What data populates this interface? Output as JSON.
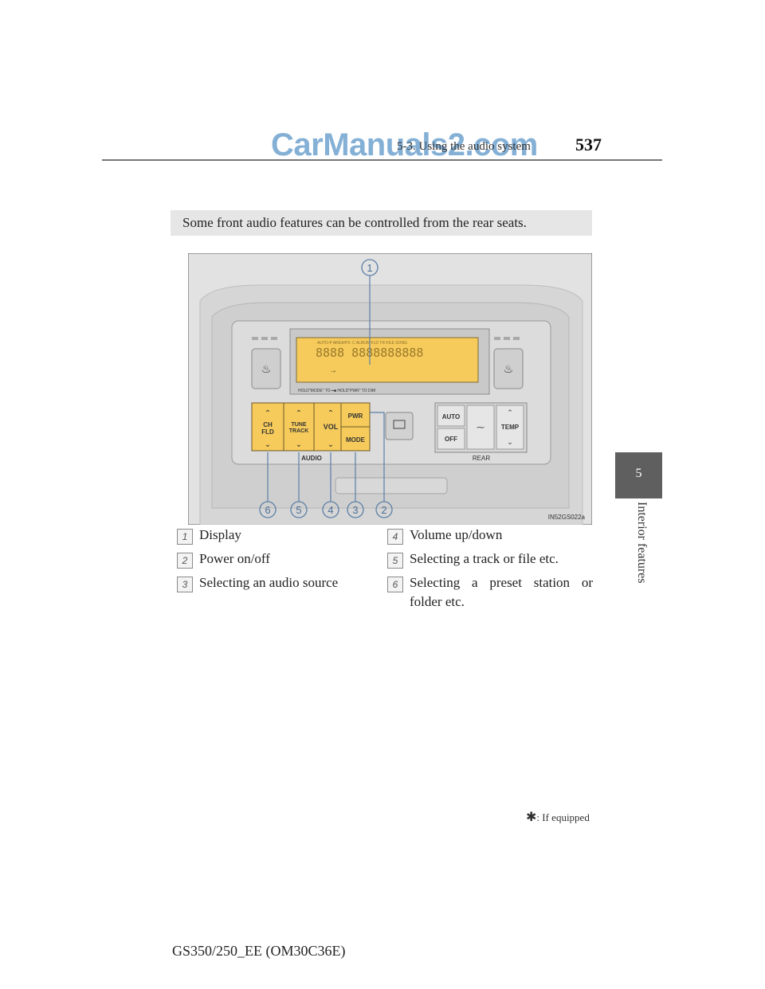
{
  "header": {
    "section_title": "5-3. Using the audio system",
    "page_number": "537",
    "watermark": "CarManuals2.com"
  },
  "side_tab": {
    "chapter_number": "5",
    "chapter_label": "Interior features"
  },
  "intro": "Some front audio features can be controlled from the rear seats.",
  "figure": {
    "image_code": "IN52GS022a",
    "display_segments_top": "AUTO-P AREA/P.F. C  ALBUM  FLD  TR  FILE  SONG",
    "display_digits": "8888 8888888888",
    "display_arrow": "→",
    "display_hint": "HOLD\"MODE\" TO  ━■   HOLD\"PWR\" TO  DIM",
    "buttons": {
      "ch_fld": [
        "CH",
        "FLD"
      ],
      "tune_track": [
        "TUNE",
        "TRACK"
      ],
      "vol": "VOL",
      "pwr": "PWR",
      "mode": "MODE",
      "audio": "AUDIO",
      "auto": "AUTO",
      "off": "OFF",
      "temp": "TEMP",
      "rear": "REAR"
    },
    "callouts": [
      "1",
      "2",
      "3",
      "4",
      "5",
      "6"
    ]
  },
  "legend": [
    {
      "num": "1",
      "text": "Display"
    },
    {
      "num": "2",
      "text": "Power on/off"
    },
    {
      "num": "3",
      "text": "Selecting an audio source"
    },
    {
      "num": "4",
      "text": "Volume up/down"
    },
    {
      "num": "5",
      "text": "Selecting a track or file etc."
    },
    {
      "num": "6",
      "text": "Selecting a preset station or folder etc."
    }
  ],
  "footnote": {
    "star": "✱",
    "text": ": If equipped"
  },
  "footer": {
    "model": "GS350/250_EE (OM30C36E)"
  },
  "colors": {
    "display_yellow": "#f6cb5b",
    "tab_gray": "#5f5f5f",
    "watermark_blue": "#6fa3cf"
  }
}
